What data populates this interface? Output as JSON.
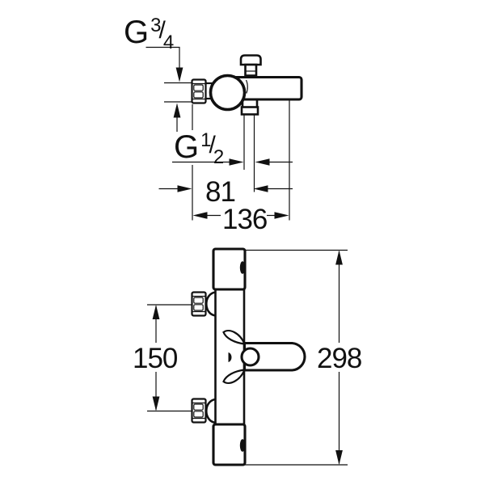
{
  "colors": {
    "background": "#ffffff",
    "ink": "#111111"
  },
  "labels": {
    "thread_top": {
      "g": "G",
      "numerator": "3",
      "slash": "/",
      "denominator": "4"
    },
    "thread_outlet": {
      "g": "G",
      "numerator": "1",
      "slash": "/",
      "denominator": "2"
    },
    "dim_81": "81",
    "dim_136": "136",
    "dim_150": "150",
    "dim_298": "298"
  }
}
